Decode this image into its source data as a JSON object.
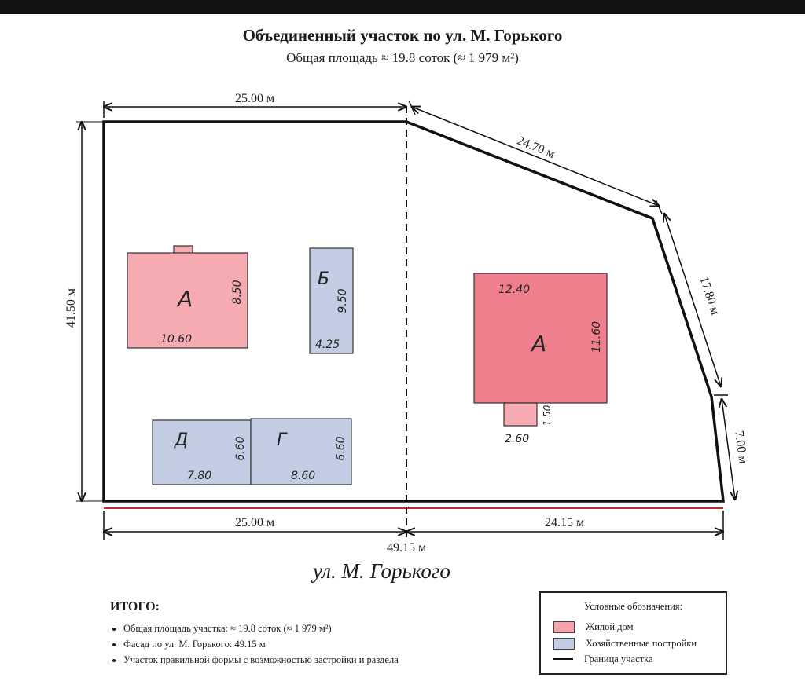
{
  "title": "Объединенный участок по ул. М. Горького",
  "subtitle": "Общая площадь ≈ 19.8 соток (≈ 1 979 м²)",
  "dimensions": {
    "top_left": "25.00 м",
    "top_slant": "24.70 м",
    "right_upper": "17.80 м",
    "right_lower": "7.00 м",
    "left": "41.50 м",
    "bottom_left": "25.00 м",
    "bottom_right": "24.15 м",
    "total": "49.15 м"
  },
  "buildings": {
    "house_left": {
      "letter": "А",
      "width": "10.60",
      "depth": "8.50"
    },
    "shed_b": {
      "letter": "Б",
      "width": "4.25",
      "depth": "9.50"
    },
    "shed_d": {
      "letter": "Д",
      "width": "7.80",
      "depth": "6.60"
    },
    "shed_g": {
      "letter": "Г",
      "width": "8.60",
      "depth": "6.60"
    },
    "house_right": {
      "letter": "А",
      "width": "12.40",
      "depth": "11.60",
      "porch_width": "2.60",
      "porch_depth": "1.50"
    }
  },
  "street": "ул. М. Горького",
  "summary": {
    "heading": "ИТОГО:",
    "items": [
      "Общая площадь участка: ≈ 19.8 соток (≈ 1 979 м²)",
      "Фасад по ул. М. Горького: 49.15 м",
      "Участок правильной формы с возможностью застройки и раздела"
    ]
  },
  "legend": {
    "title": "Условные обозначения:",
    "items": [
      {
        "label": "Жилой дом",
        "color": "#f2a3ad"
      },
      {
        "label": "Хозяйственные постройки",
        "color": "#c2cde3"
      },
      {
        "label": "Граница участка",
        "color": "#111111"
      }
    ]
  },
  "colors": {
    "house_left_fill": "#f6aab2",
    "house_right_fill": "#ef7f8c",
    "shed_fill": "#c2cde3",
    "facade_line": "#c0282d",
    "boundary": "#111111"
  }
}
